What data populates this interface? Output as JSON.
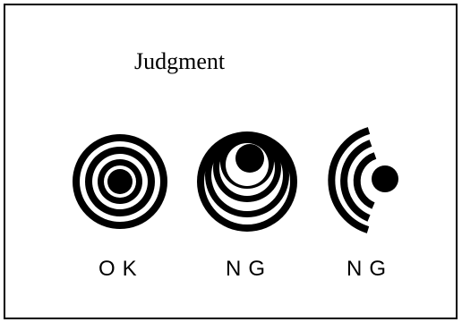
{
  "diagram": {
    "title": "Judgment",
    "labels": [
      "OK",
      "NG",
      "NG"
    ]
  }
}
